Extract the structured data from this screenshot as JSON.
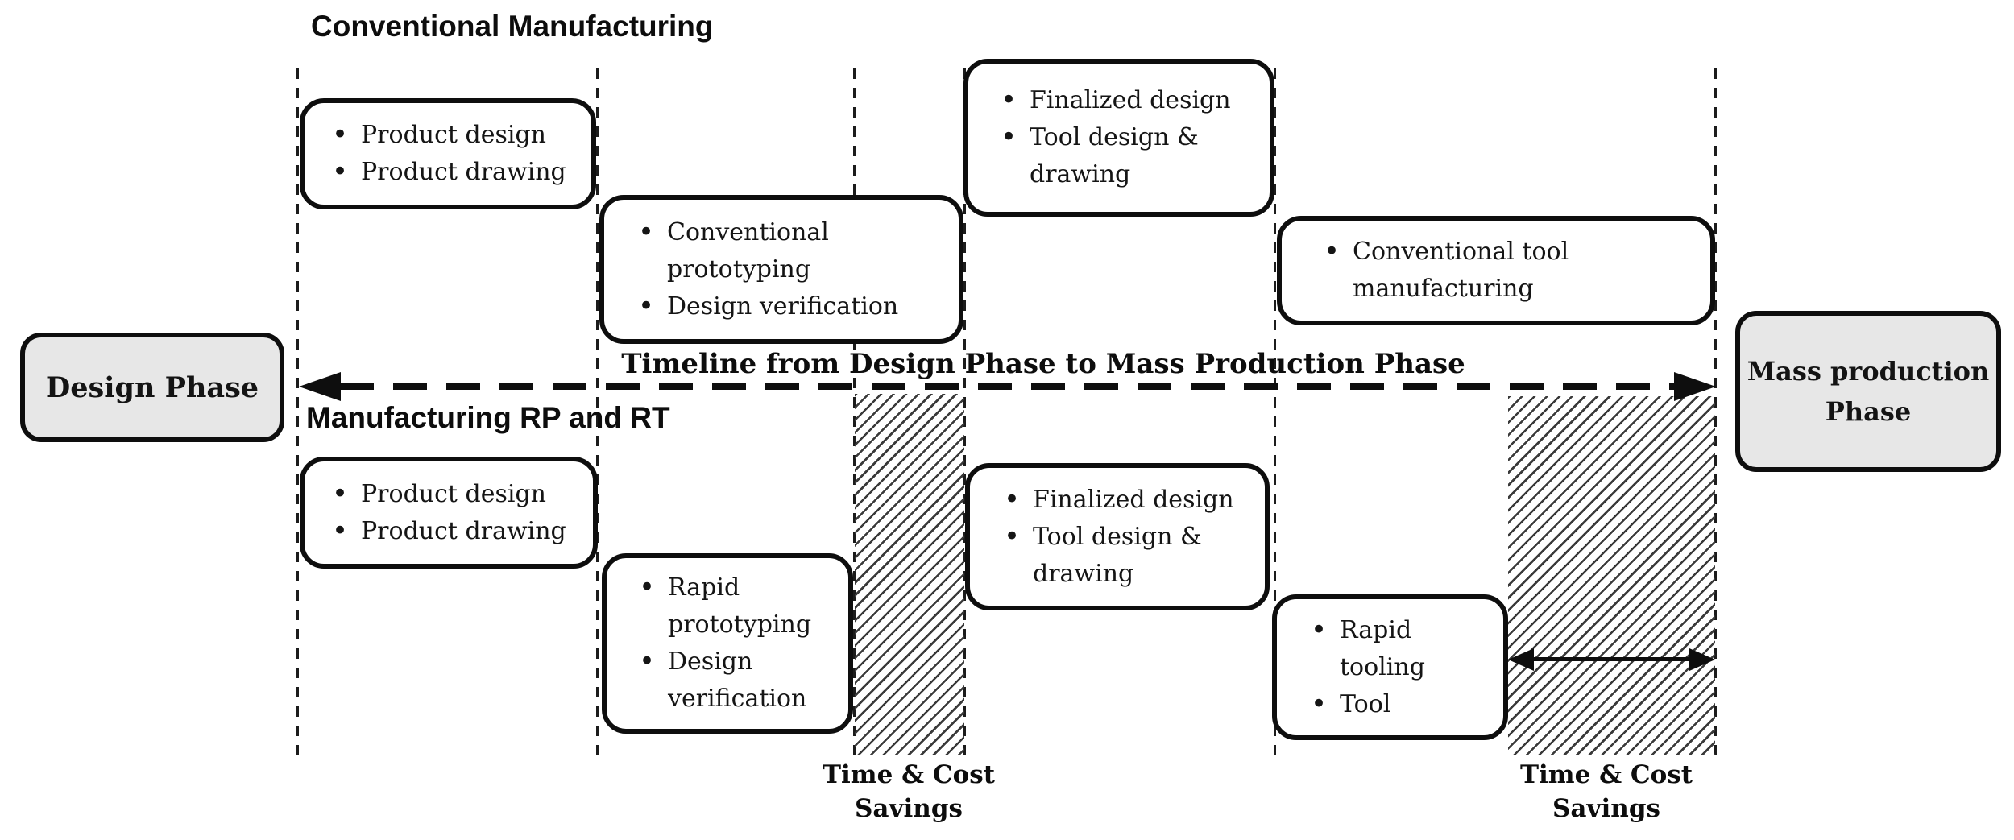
{
  "diagram": {
    "conventional_title": "Conventional Manufacturing",
    "rp_rt_title": "Manufacturing RP and RT",
    "timeline_title": "Timeline from Design Phase to Mass Production Phase",
    "design_phase_label": "Design Phase",
    "mass_production_label": "Mass production Phase",
    "conventional_row": {
      "product_box": [
        "Product design",
        "Product drawing"
      ],
      "prototyping_box": [
        "Conventional prototyping",
        "Design verification"
      ],
      "finalized_box": [
        "Finalized design",
        "Tool design & drawing"
      ],
      "tool_box": [
        "Conventional tool manufacturing"
      ]
    },
    "rp_rt_row": {
      "product_box": [
        "Product design",
        "Product drawing"
      ],
      "prototyping_box": [
        "Rapid prototyping",
        "Design verification"
      ],
      "finalized_box": [
        "Finalized design",
        "Tool design & drawing"
      ],
      "tool_box": [
        "Rapid tooling",
        "Tool"
      ]
    },
    "savings_label_prototyping": "Time & Cost Savings",
    "savings_label_tooling": "Time & Cost Savings",
    "colors": {
      "ink": "#111111",
      "phase_box_fill": "#e7e7e7"
    }
  }
}
